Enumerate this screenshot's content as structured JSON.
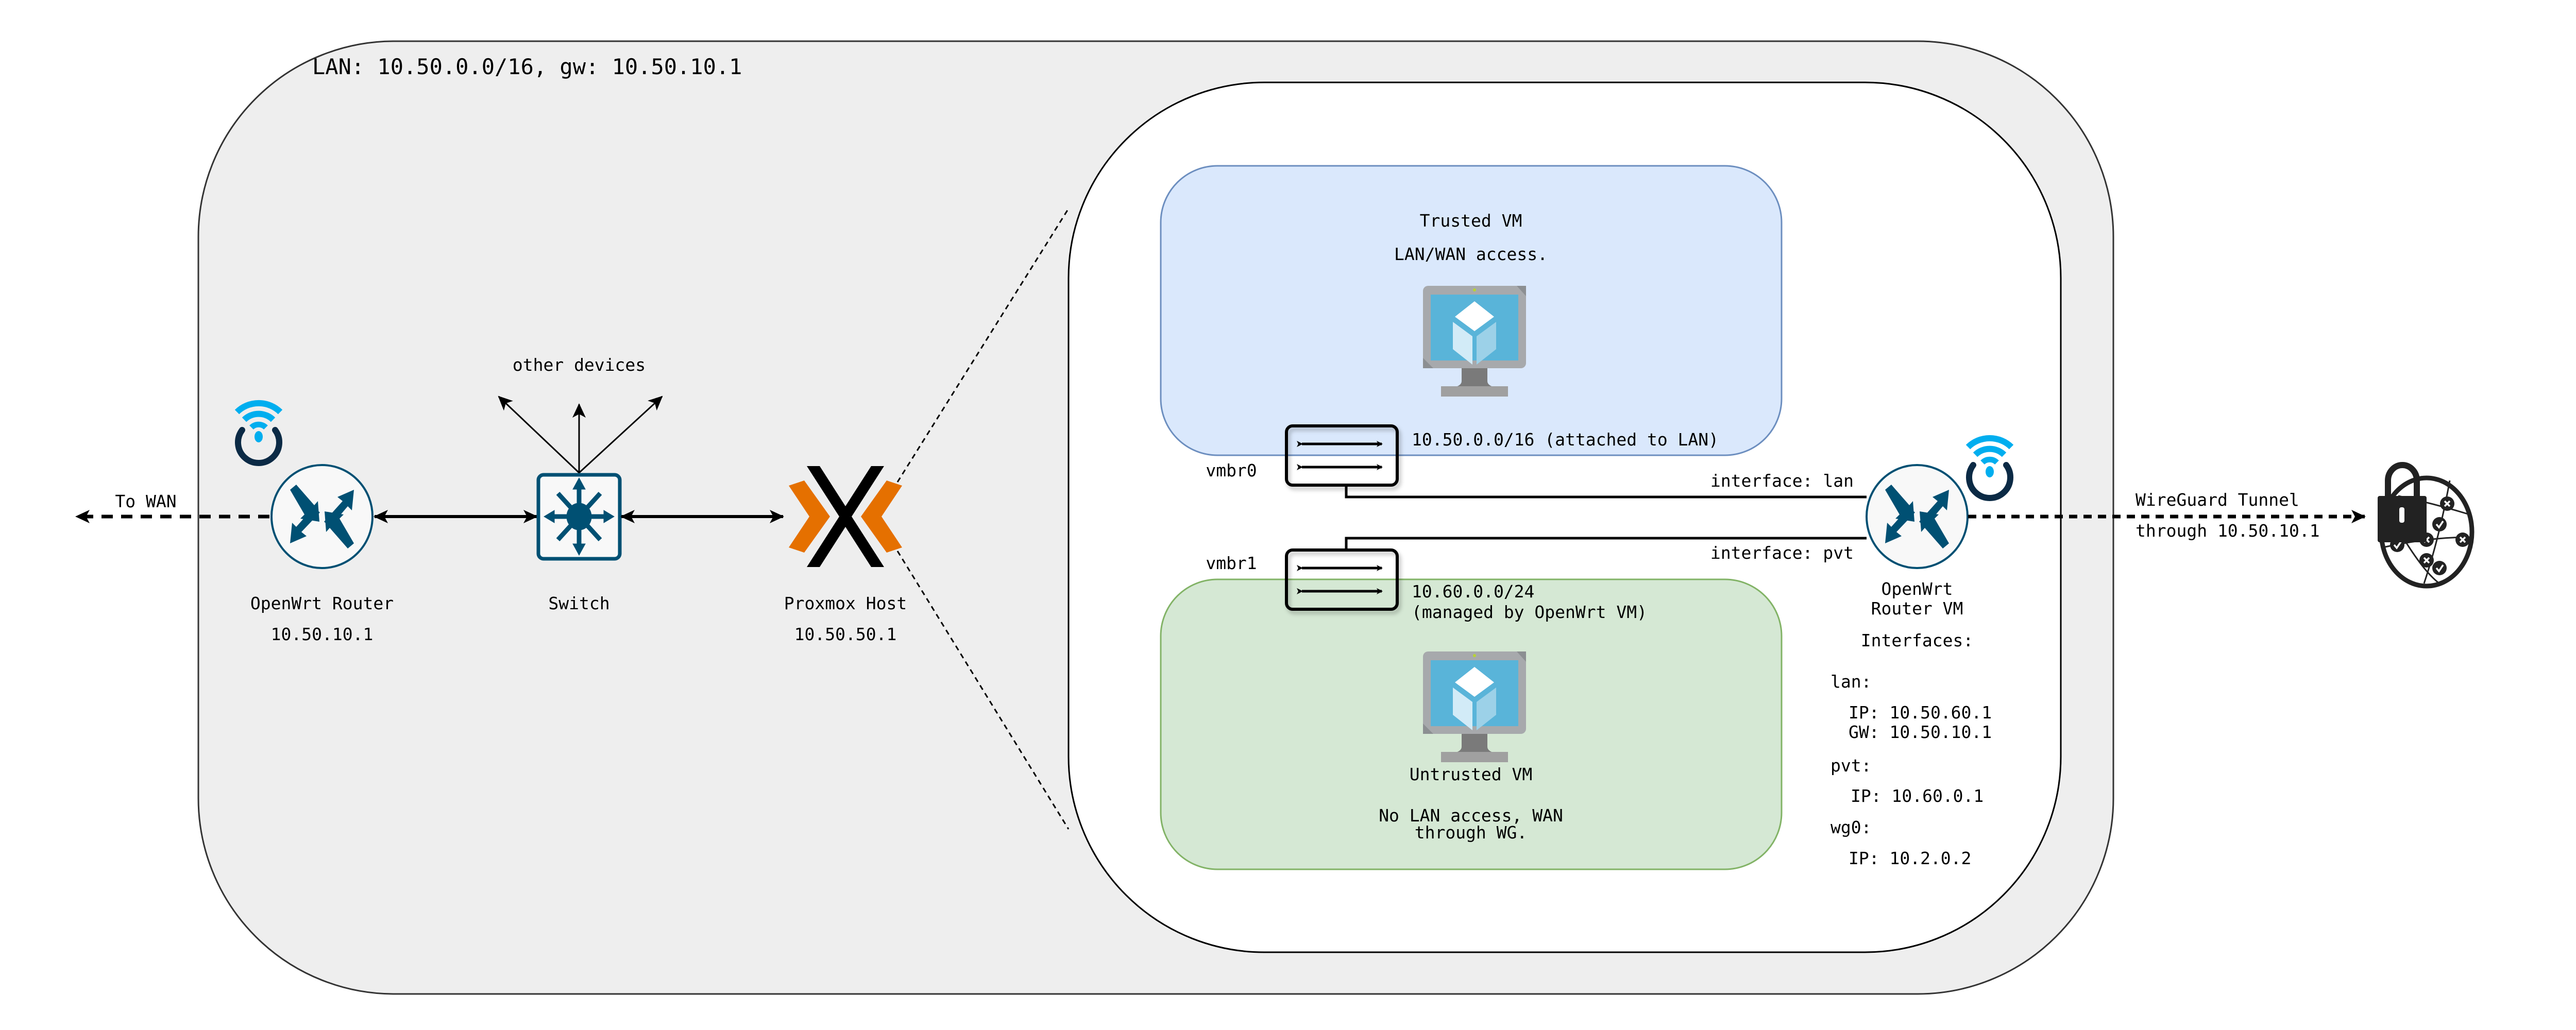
{
  "lan_zone": {
    "title": "LAN: 10.50.0.0/16, gw: 10.50.10.1"
  },
  "wan": {
    "label": "To WAN"
  },
  "openwrt_router": {
    "name": "OpenWrt Router",
    "ip": "10.50.10.1"
  },
  "switch": {
    "name": "Switch",
    "other_devices_label": "other devices"
  },
  "proxmox_host": {
    "name": "Proxmox Host",
    "ip": "10.50.50.1"
  },
  "trusted_vm": {
    "title": "Trusted VM",
    "description": "LAN/WAN access."
  },
  "untrusted_vm": {
    "title": "Untrusted VM",
    "description_line1": "No LAN access, WAN",
    "description_line2": "through WG."
  },
  "bridges": [
    {
      "name": "vmbr0",
      "subnet": "10.50.0.0/16 (attached to LAN)"
    },
    {
      "name": "vmbr1",
      "subnet_line1": "10.60.0.0/24",
      "subnet_line2": "(managed by OpenWrt VM)"
    }
  ],
  "links": {
    "lan_interface": "interface: lan",
    "pvt_interface": "interface: pvt"
  },
  "router_vm": {
    "name_line1": "OpenWrt",
    "name_line2": "Router VM",
    "interfaces_heading": "Interfaces:",
    "interfaces": [
      {
        "name": "lan:",
        "lines": [
          "IP: 10.50.60.1",
          "GW: 10.50.10.1"
        ]
      },
      {
        "name": "pvt:",
        "lines": [
          "IP: 10.60.0.1"
        ]
      },
      {
        "name": "wg0:",
        "lines": [
          "IP: 10.2.0.2"
        ]
      }
    ]
  },
  "wireguard": {
    "line1": "WireGuard Tunnel",
    "line2": "through 10.50.10.1"
  },
  "colors": {
    "lan_zone_fill": "#eeeeee",
    "trusted_fill": "#dae8fc",
    "trusted_stroke": "#6c8ebf",
    "untrusted_fill": "#d5e8d4",
    "untrusted_stroke": "#82b366",
    "cisco_blue": "#005073",
    "wifi_cyan": "#00aeef",
    "proxmox_orange": "#e57000"
  }
}
